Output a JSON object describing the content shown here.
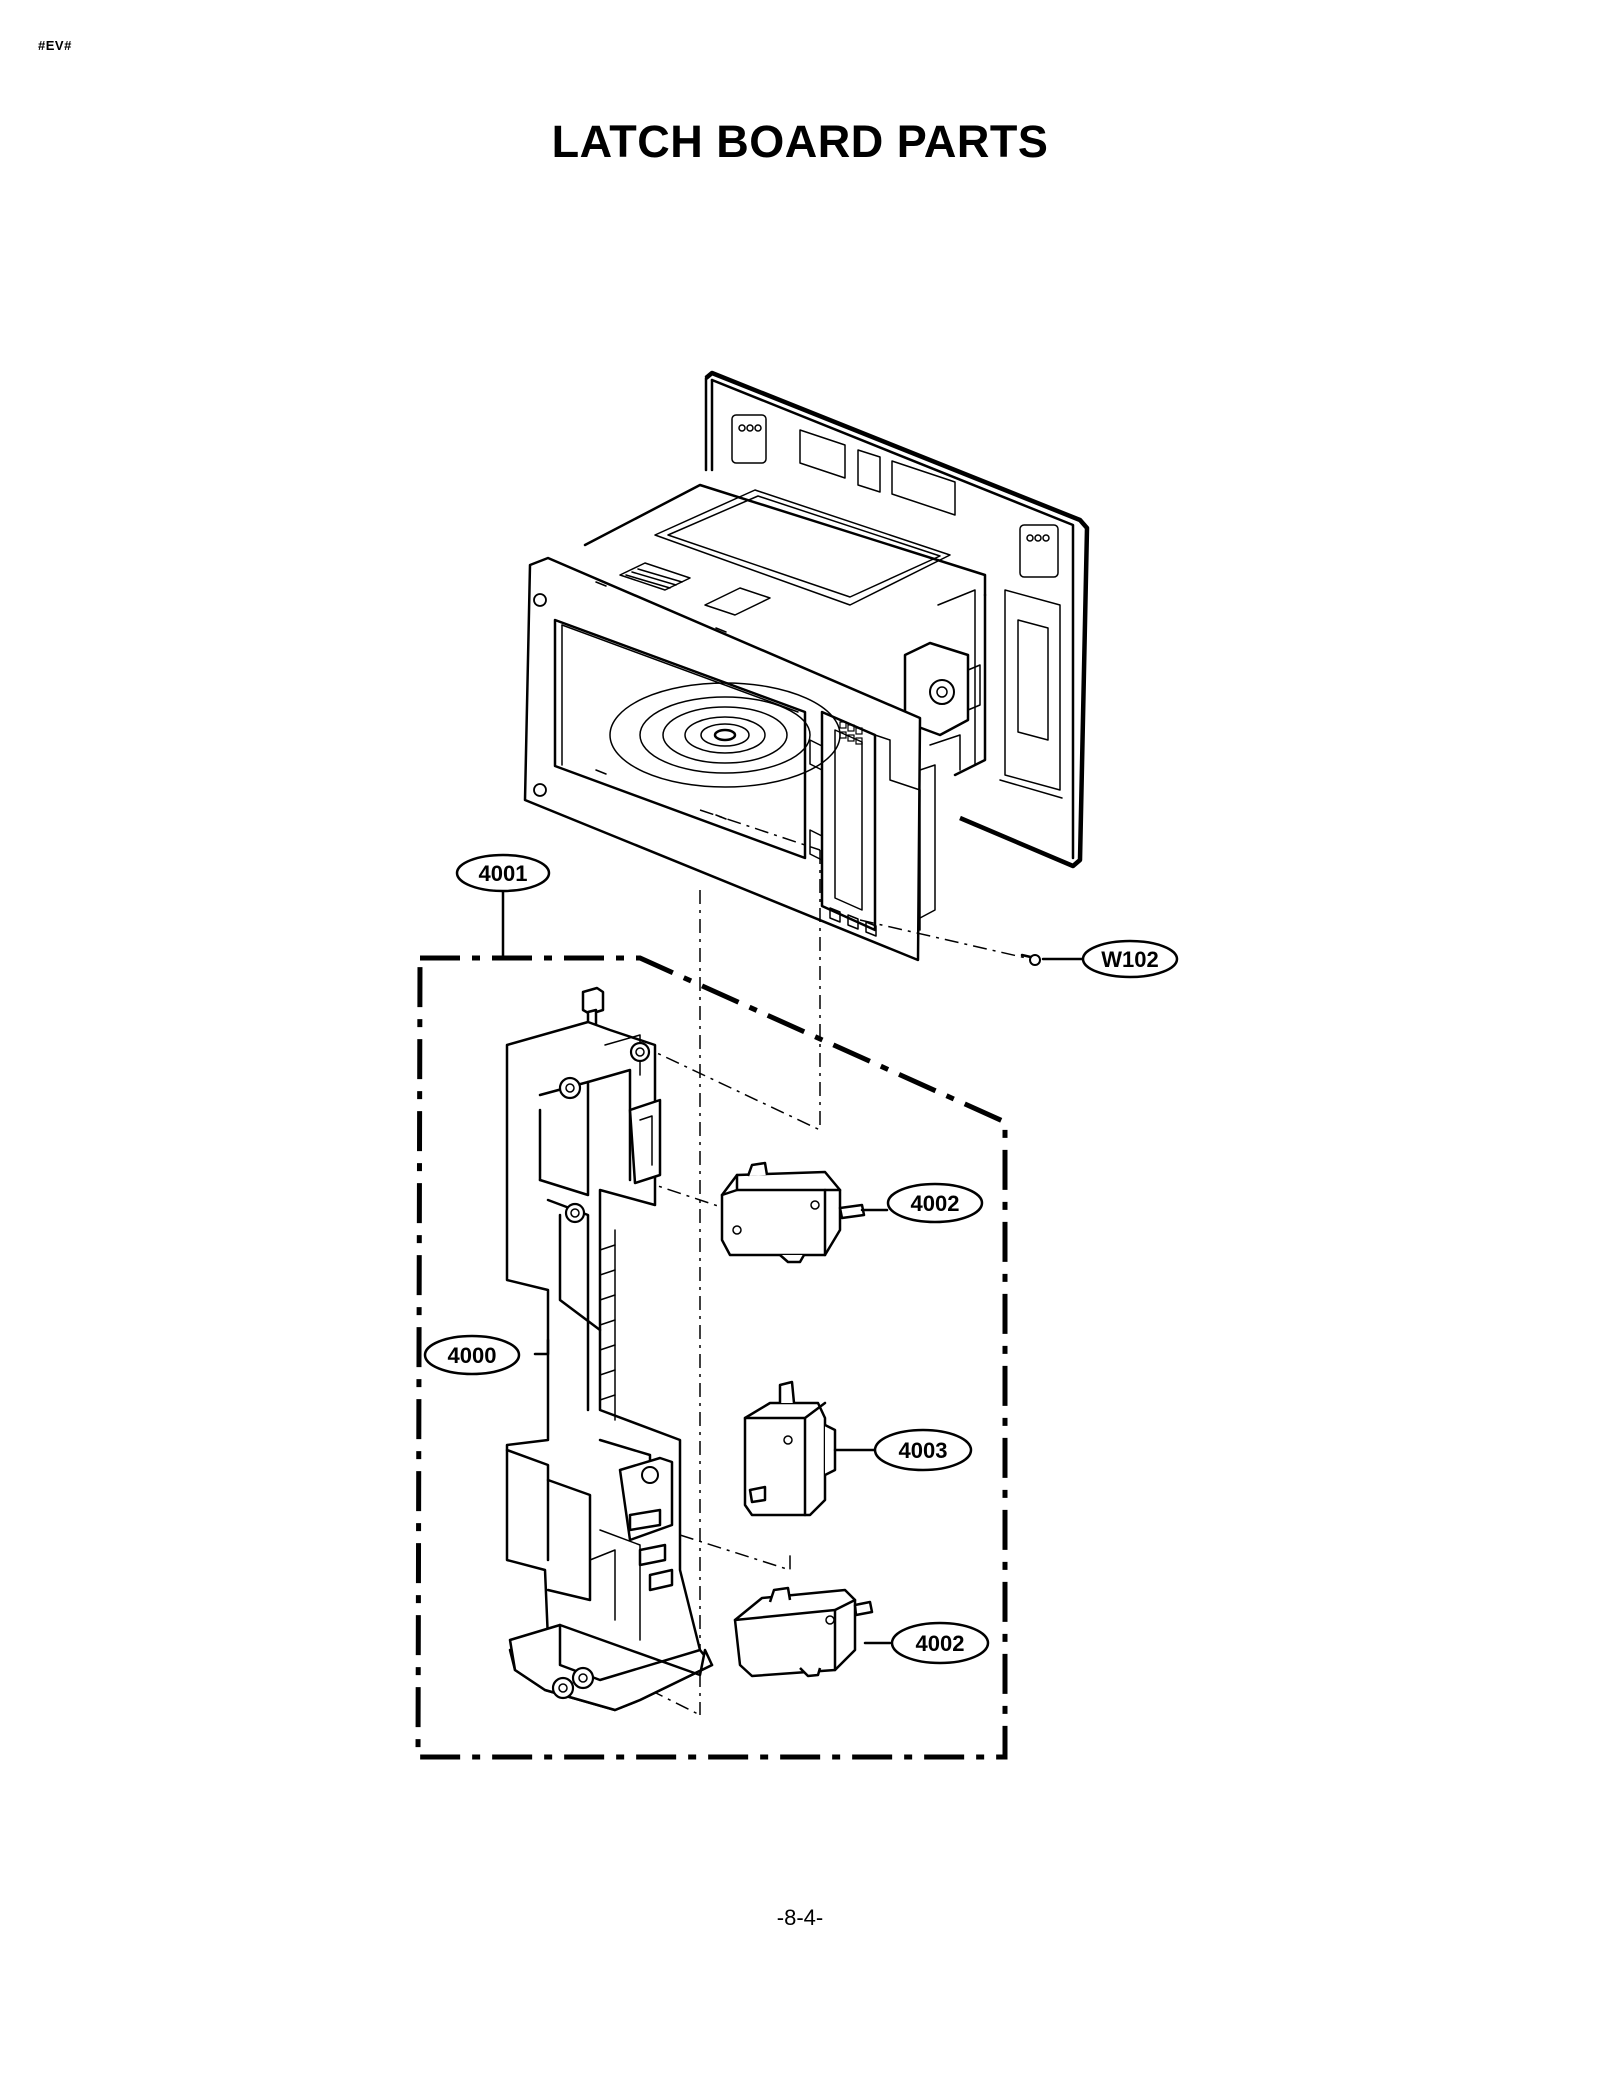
{
  "header": {
    "tag": "#EV#",
    "title": "LATCH BOARD PARTS"
  },
  "footer": {
    "page_number": "-8-4-"
  },
  "callouts": [
    {
      "id": "4001",
      "label": "4001"
    },
    {
      "id": "W102",
      "label": "W102"
    },
    {
      "id": "4002-upper",
      "label": "4002"
    },
    {
      "id": "4000",
      "label": "4000"
    },
    {
      "id": "4003",
      "label": "4003"
    },
    {
      "id": "4002-lower",
      "label": "4002"
    }
  ]
}
